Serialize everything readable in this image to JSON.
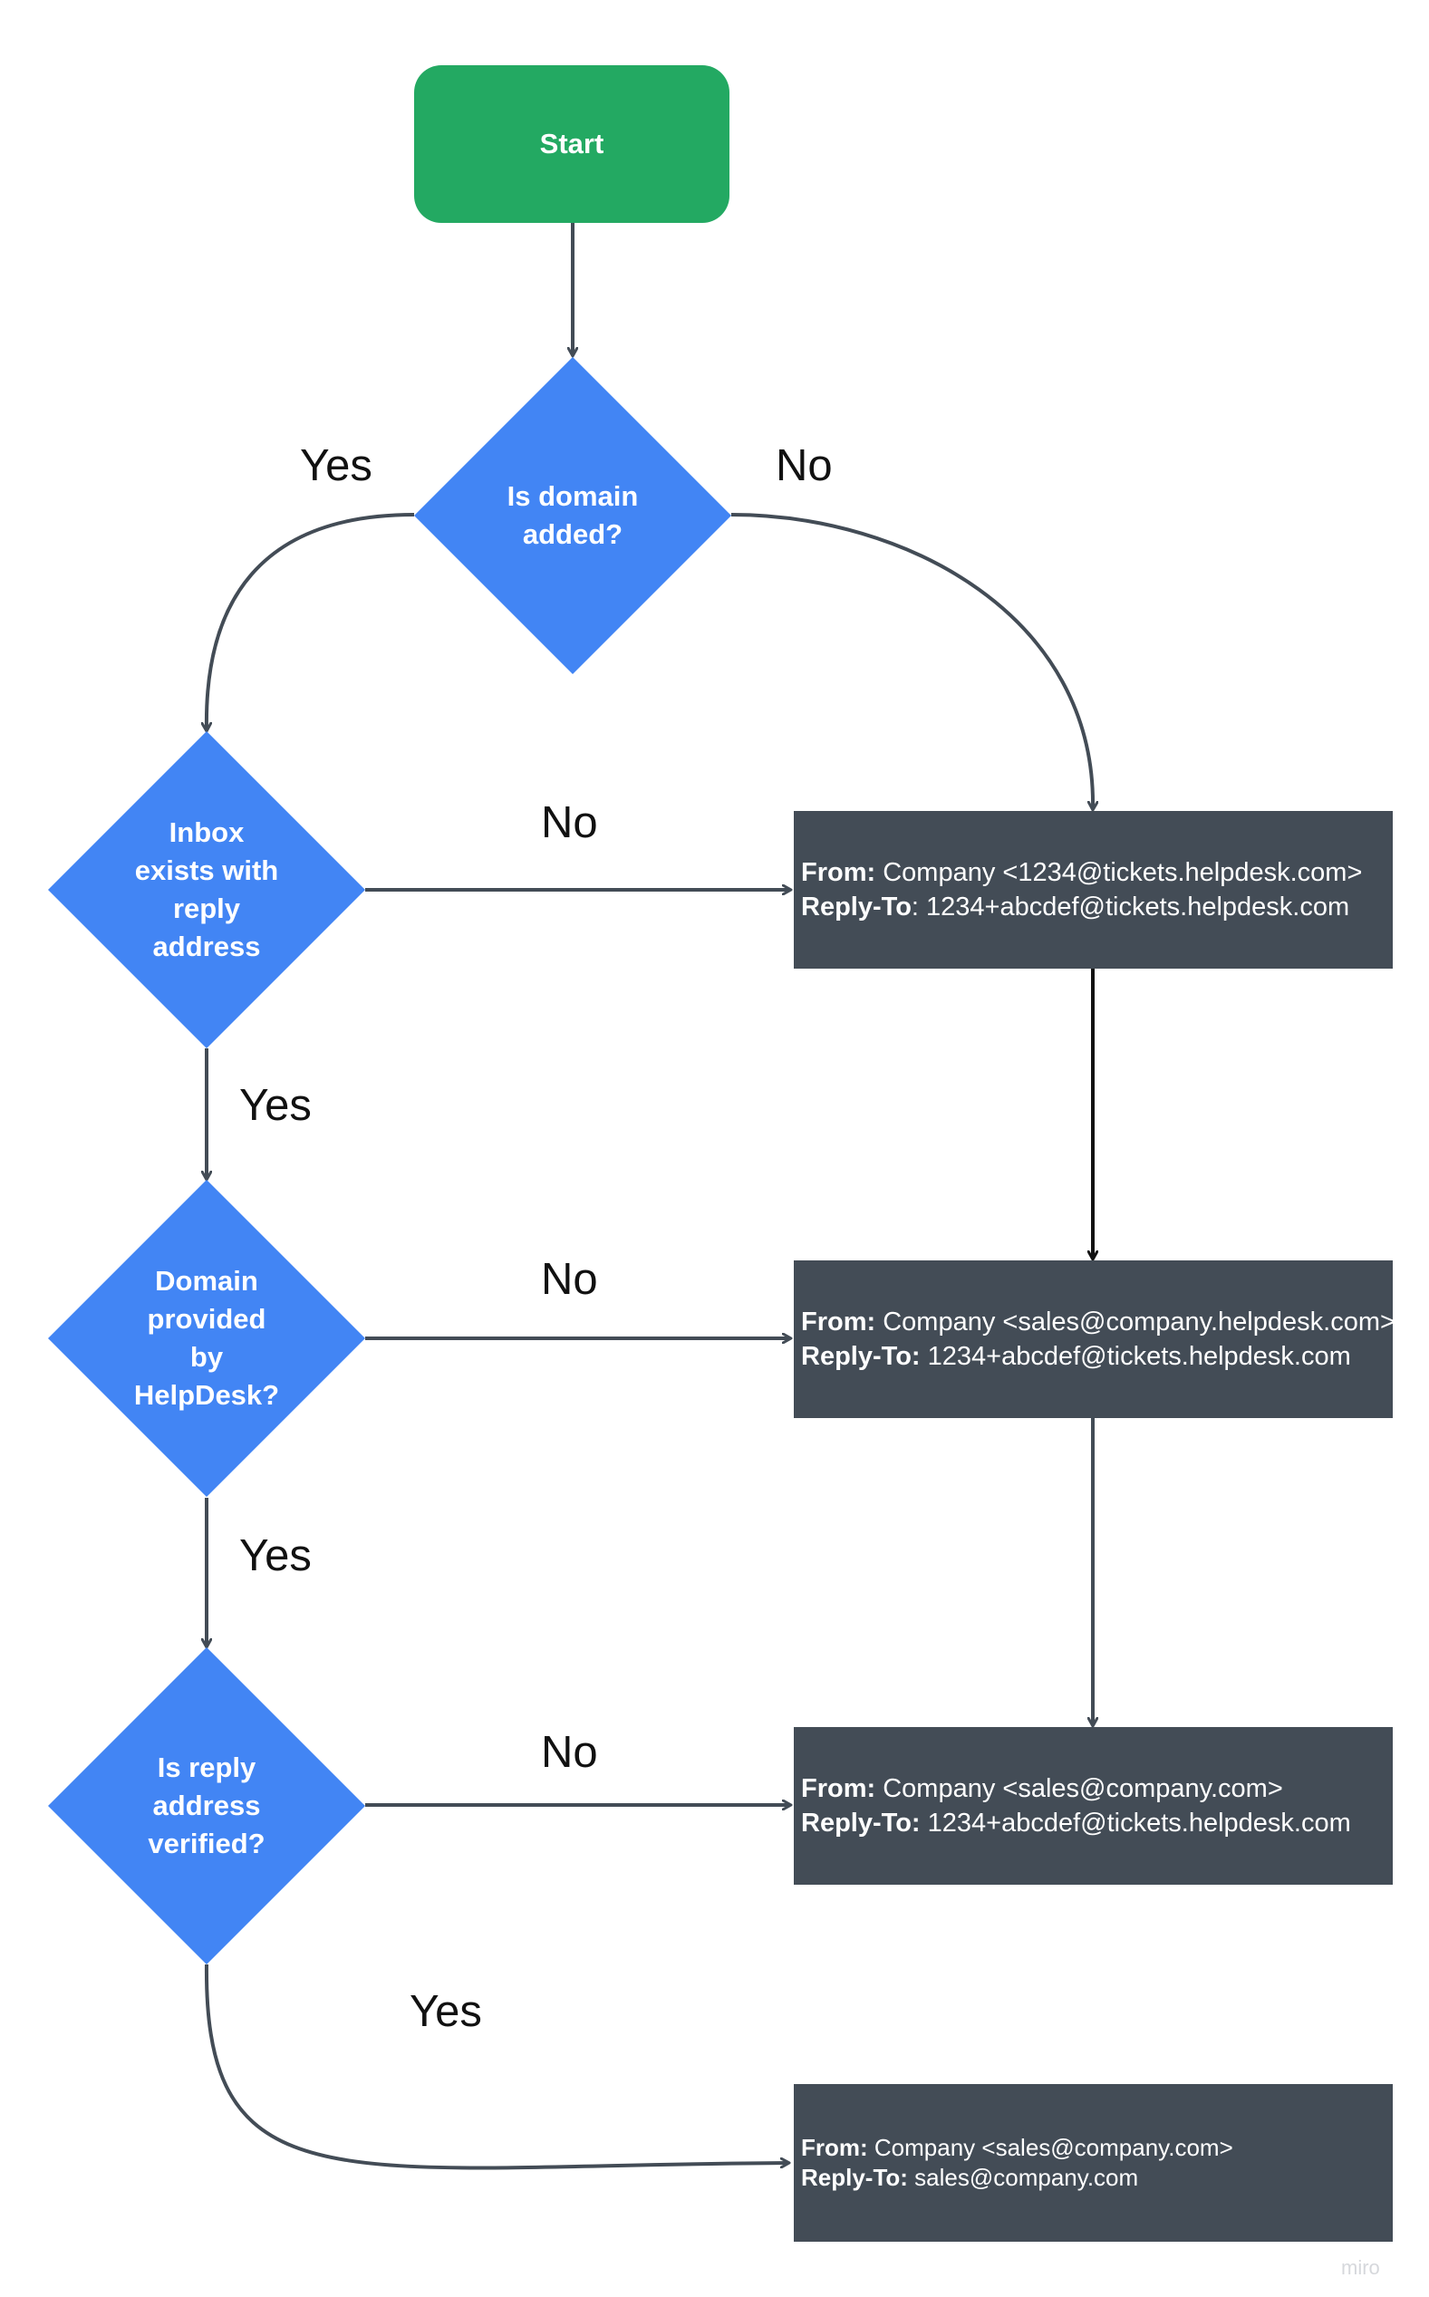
{
  "start": {
    "label": "Start"
  },
  "decisions": [
    {
      "id": "domain-added",
      "label": "Is domain\nadded?"
    },
    {
      "id": "inbox-reply",
      "label": "Inbox\nexists with\nreply\naddress"
    },
    {
      "id": "domain-helpdesk",
      "label": "Domain\nprovided\nby\nHelpDesk?"
    },
    {
      "id": "reply-verified",
      "label": "Is reply\naddress\nverified?"
    }
  ],
  "outcomes": [
    {
      "from_key": "From:",
      "from_value": " Company <1234@tickets.helpdesk.com>",
      "reply_key": "Reply-To",
      "reply_value": ": 1234+abcdef@tickets.helpdesk.com"
    },
    {
      "from_key": "From:",
      "from_value": " Company <sales@company.helpdesk.com>",
      "reply_key": "Reply-To:",
      "reply_value": " 1234+abcdef@tickets.helpdesk.com"
    },
    {
      "from_key": "From:",
      "from_value": " Company <sales@company.com>",
      "reply_key": "Reply-To:",
      "reply_value": " 1234+abcdef@tickets.helpdesk.com"
    },
    {
      "from_key": "From:",
      "from_value": " Company <sales@company.com>",
      "reply_key": "Reply-To:",
      "reply_value": " sales@company.com"
    }
  ],
  "edge_labels": {
    "yes_1": "Yes",
    "no_1": "No",
    "no_2": "No",
    "yes_2": "Yes",
    "no_3": "No",
    "yes_3": "Yes",
    "no_4": "No",
    "yes_4": "Yes"
  },
  "watermark": "miro",
  "colors": {
    "start": "#23a962",
    "decision": "#4285f4",
    "outcome": "#434c56",
    "edge": "#434c56"
  }
}
